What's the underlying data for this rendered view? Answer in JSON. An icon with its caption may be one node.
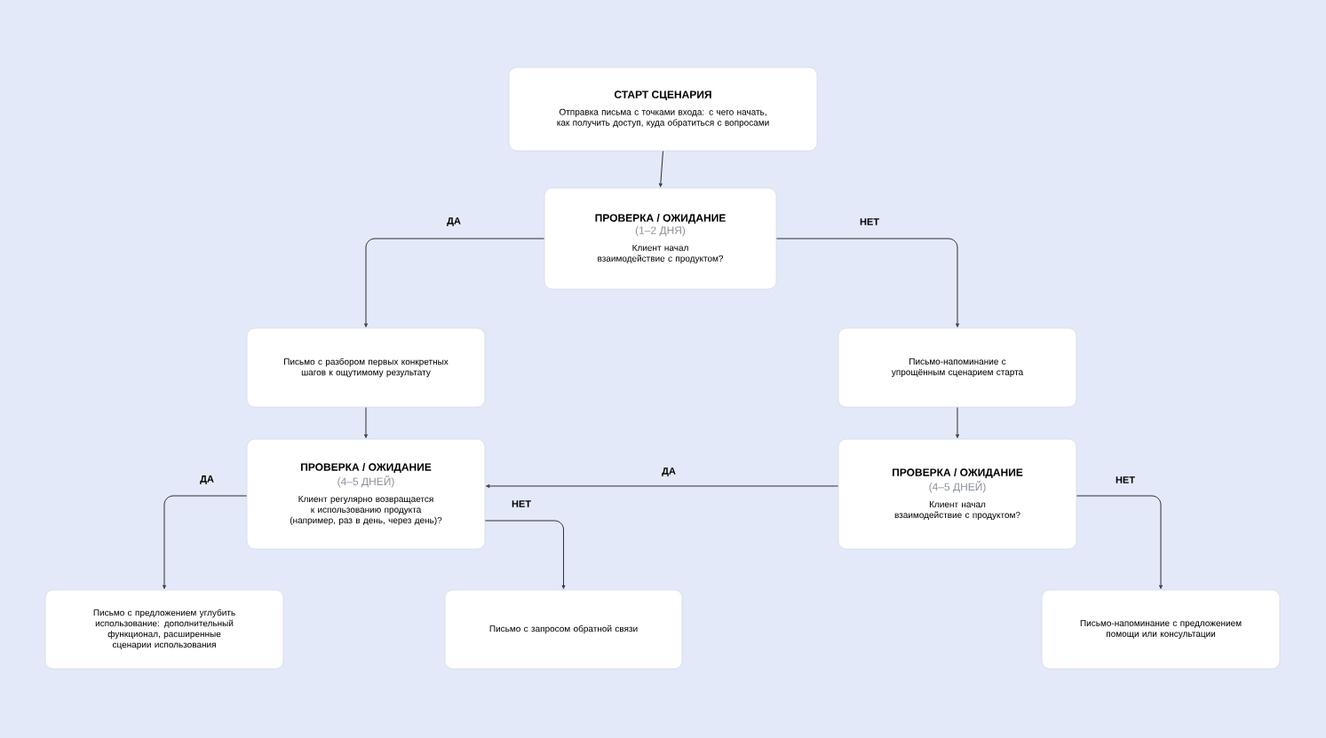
{
  "diagram": {
    "nodes": [
      {
        "text": [
          "СТАРТ СЦЕНАРИЯ",
          "Отправка письма с точками входа: с чего начать, как получить доступ, куда обратиться с вопросами"
        ]
      },
      {
        "text": [
          "ПРОВЕРКА / ОЖИДАНИЕ",
          "(1–2 ДНЯ)",
          "Клиент начал взаимодействие с продуктом?"
        ]
      },
      {
        "text": [
          "Письмо с разбором первых конкретных шагов к ощутимому результату"
        ]
      },
      {
        "text": [
          "Письмо-напоминание с упрощённым сценарием старта"
        ]
      },
      {
        "text": [
          "ПРОВЕРКА / ОЖИДАНИЕ",
          "(4–5 ДНЕЙ)",
          "Клиент регулярно возвращается к использованию продукта (например, раз в день, через день)?"
        ]
      },
      {
        "text": [
          "ПРОВЕРКА / ОЖИДАНИЕ",
          "(4–5 ДНЕЙ)",
          "Клиент начал взаимодействие с продуктом?"
        ]
      },
      {
        "text": [
          "Письмо с предложением углубить использование: дополнительный функционал, расширенные сценарии использования"
        ]
      },
      {
        "text": [
          "Письмо с запросом обратной связи"
        ]
      },
      {
        "text": [
          "Письмо-напоминание с предложением помощи или консультации"
        ]
      }
    ],
    "edges": [
      {
        "from": 0,
        "to": 1,
        "arrow": "to"
      },
      {
        "from": 1,
        "to": 2,
        "arrow": "to",
        "label": "ДА"
      },
      {
        "from": 1,
        "to": 3,
        "arrow": "to",
        "label": "НЕТ"
      },
      {
        "from": 2,
        "to": 4,
        "arrow": "to"
      },
      {
        "from": 3,
        "to": 5,
        "arrow": "to"
      },
      {
        "from": 5,
        "to": 4,
        "arrow": "to",
        "label": "ДА"
      },
      {
        "from": 4,
        "to": 6,
        "arrow": "to",
        "label": "ДА"
      },
      {
        "from": 4,
        "to": 7,
        "arrow": "to",
        "label": "НЕТ"
      },
      {
        "from": 5,
        "to": 8,
        "arrow": "to",
        "label": "НЕТ"
      }
    ]
  }
}
